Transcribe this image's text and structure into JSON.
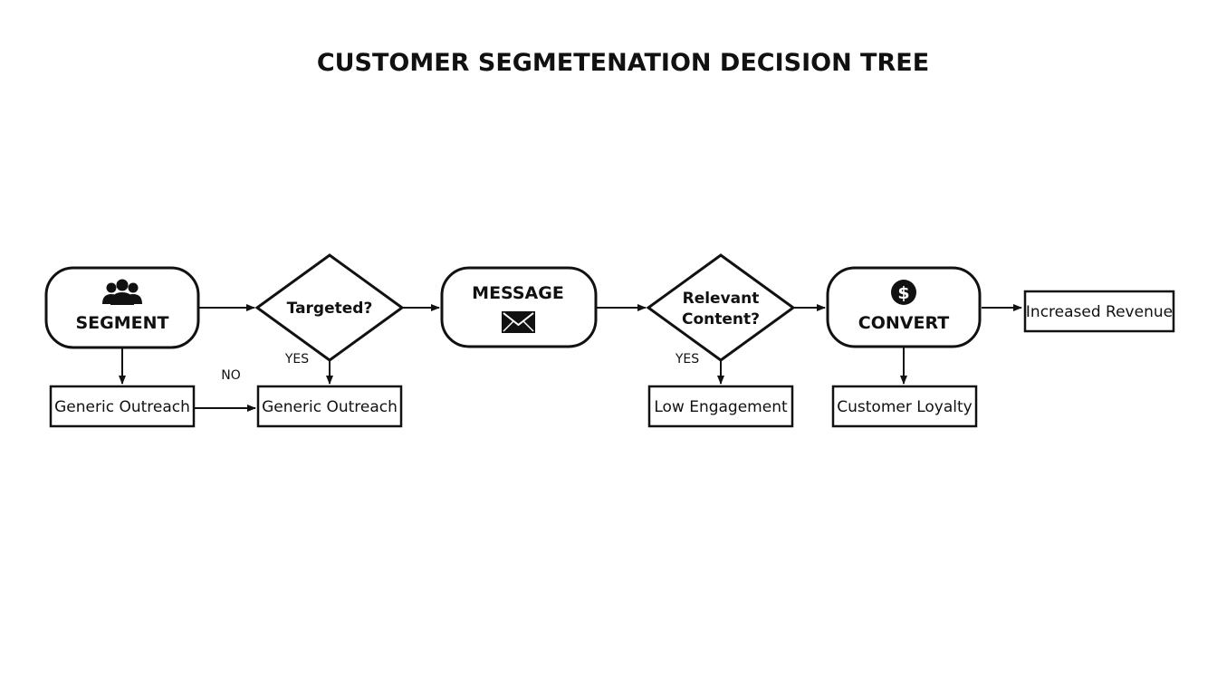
{
  "title": "CUSTOMER SEGMETENATION DECISION TREE",
  "nodes": {
    "segment": {
      "label": "SEGMENT",
      "icon": "people-group-icon"
    },
    "targeted": {
      "label": "Targeted?"
    },
    "message": {
      "label": "MESSAGE",
      "icon": "envelope-icon"
    },
    "relevant": {
      "line1": "Relevant",
      "line2": "Content?"
    },
    "convert": {
      "label": "CONVERT",
      "icon": "dollar-coin-icon"
    },
    "revenue": {
      "label": "Increased Revenue"
    },
    "generic_outreach_1": {
      "label": "Generic Outreach"
    },
    "generic_outreach_2": {
      "label": "Generic Outreach"
    },
    "low_engagement": {
      "label": "Low Engagement"
    },
    "customer_loyalty": {
      "label": "Customer Loyalty"
    }
  },
  "branch_labels": {
    "no": "NO",
    "targeted_yes": "YES",
    "relevant_yes": "YES"
  },
  "colors": {
    "stroke": "#111111",
    "background": "#ffffff"
  }
}
